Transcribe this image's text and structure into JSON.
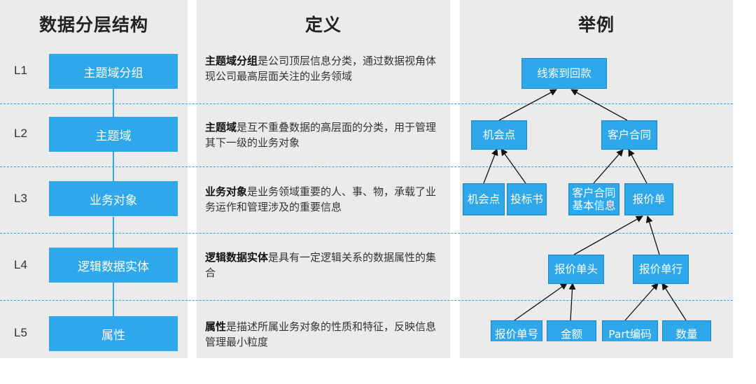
{
  "headers": {
    "left": "数据分层结构",
    "middle": "定义",
    "right": "举例"
  },
  "levels": [
    {
      "label": "L1",
      "name": "主题域分组"
    },
    {
      "label": "L2",
      "name": "主题域"
    },
    {
      "label": "L3",
      "name": "业务对象"
    },
    {
      "label": "L4",
      "name": "逻辑数据实体"
    },
    {
      "label": "L5",
      "name": "属性"
    }
  ],
  "definitions": [
    {
      "term": "主题域分组",
      "text": "是公司顶层信息分类，通过数据视角体现公司最高层面关注的业务领域"
    },
    {
      "term": "主题域",
      "text": "是互不重叠数据的高层面的分类，用于管理其下一级的业务对象"
    },
    {
      "term": "业务对象",
      "text": "是业务领域重要的人、事、物，承载了业务运作和管理涉及的重要信息"
    },
    {
      "term": "逻辑数据实体",
      "text": "是具有一定逻辑关系的数据属性的集合"
    },
    {
      "term": "属性",
      "text": "是描述所属业务对象的性质和特征，反映信息管理最小粒度"
    }
  ],
  "example_tree": {
    "root": "线索到回款",
    "l2": [
      "机会点",
      "客户合同"
    ],
    "l3": [
      "机会点",
      "投标书",
      "客户合同基本信息",
      "报价单"
    ],
    "l4": [
      "报价单头",
      "报价单行"
    ],
    "l5": [
      "报价单号",
      "金额",
      "Part编码",
      "数量"
    ]
  },
  "colors": {
    "accent": "#2ea8ea",
    "panel_bg": "#ebebeb",
    "divider": "#2aa6e8"
  }
}
